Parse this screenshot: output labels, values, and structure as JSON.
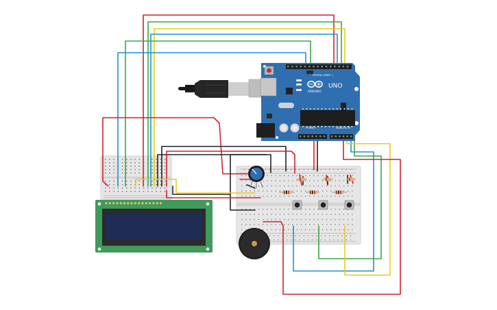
{
  "arduino": {
    "model_label": "UNO",
    "brand_label": "ARDUINO",
    "digital_header_label": "DIGITAL (PWM~)",
    "power_label": "POWER",
    "analog_label": "ANALOG IN"
  },
  "components": {
    "board": "arduino-uno",
    "display": "lcd-16x2",
    "potentiometer": "potentiometer",
    "buzzer": "piezo-buzzer",
    "buttons": 3,
    "resistors": 6,
    "breadboards": 2
  },
  "colors": {
    "board_blue": "#2f6fb0",
    "lcd_green": "#3f9a5c",
    "lcd_screen": "#1f2d55",
    "wire_red": "#d2202d",
    "wire_green": "#3aa64a",
    "wire_blue": "#1a93cf",
    "wire_yellow": "#e7cc1a",
    "wire_black": "#222222"
  }
}
